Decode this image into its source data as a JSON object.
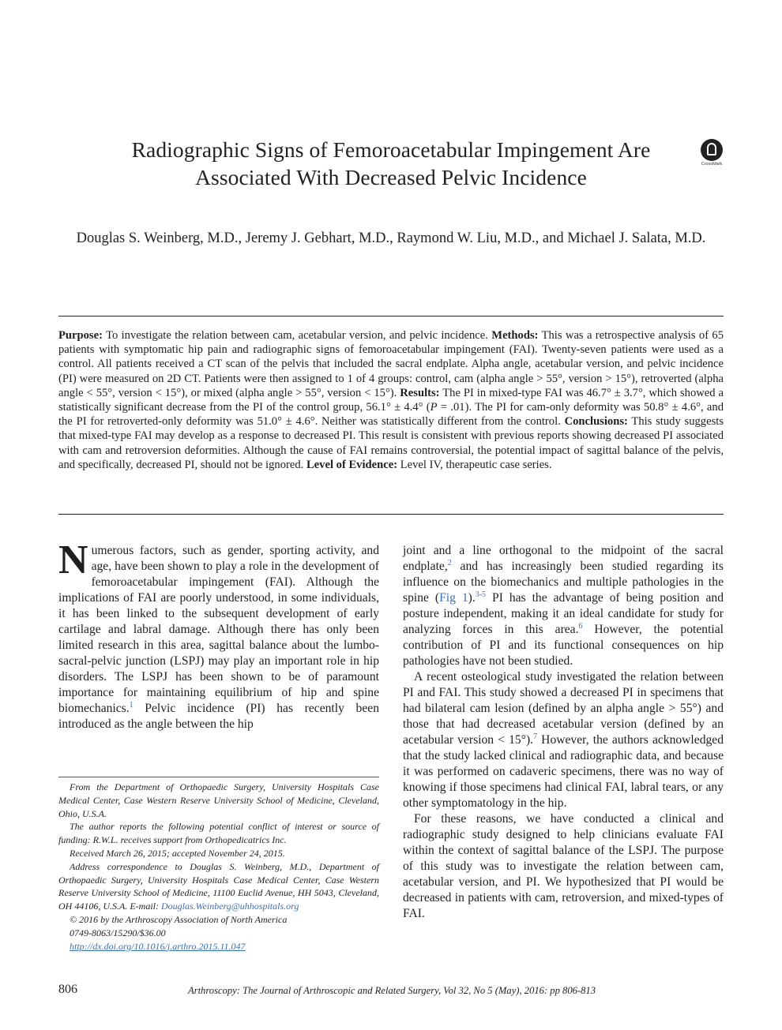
{
  "title": "Radiographic Signs of Femoroacetabular Impingement Are Associated With Decreased Pelvic Incidence",
  "authors": "Douglas S. Weinberg, M.D., Jeremy J. Gebhart, M.D., Raymond W. Liu, M.D., and Michael J. Salata, M.D.",
  "crossmark_label": "CrossMark",
  "abstract": {
    "purpose_label": "Purpose:",
    "purpose_text": "To investigate the relation between cam, acetabular version, and pelvic incidence.",
    "methods_label": "Methods:",
    "methods_text": "This was a retrospective analysis of 65 patients with symptomatic hip pain and radiographic signs of femoroacetabular impingement (FAI). Twenty-seven patients were used as a control. All patients received a CT scan of the pelvis that included the sacral endplate. Alpha angle, acetabular version, and pelvic incidence (PI) were measured on 2D CT. Patients were then assigned to 1 of 4 groups: control, cam (alpha angle > 55°, version > 15°), retroverted (alpha angle < 55°, version < 15°), or mixed (alpha angle > 55°, version < 15°).",
    "results_label": "Results:",
    "results_text_1": "The PI in mixed-type FAI was 46.7° ± 3.7°, which showed a statistically significant decrease from the PI of the control group, 56.1° ± 4.4° (",
    "results_p": "P",
    "results_text_2": " = .01). The PI for cam-only deformity was 50.8° ± 4.6°, and the PI for retroverted-only deformity was 51.0° ± 4.6°. Neither was statistically different from the control.",
    "conclusions_label": "Conclusions:",
    "conclusions_text": "This study suggests that mixed-type FAI may develop as a response to decreased PI. This result is consistent with previous reports showing decreased PI associated with cam and retroversion deformities. Although the cause of FAI remains controversial, the potential impact of sagittal balance of the pelvis, and specifically, decreased PI, should not be ignored.",
    "evidence_label": "Level of Evidence:",
    "evidence_text": "Level IV, therapeutic case series."
  },
  "body": {
    "col1_dropcap": "N",
    "col1_text_a": "umerous factors, such as gender, sporting activity, and age, have been shown to play a role in the development of femoroacetabular impingement (FAI). Although the implications of FAI are poorly understood, in some individuals, it has been linked to the subsequent development of early cartilage and labral damage. Although there has only been limited research in this area, sagittal balance about the lumbo-sacral-pelvic junction (LSPJ) may play an important role in hip disorders. The LSPJ has been shown to be of paramount importance for maintaining equilibrium of hip and spine biomechanics.",
    "col1_ref1": "1",
    "col1_text_b": " Pelvic incidence (PI) has recently been introduced as the angle between the hip",
    "col2_p1_a": "joint and a line orthogonal to the midpoint of the sacral endplate,",
    "col2_p1_ref2": "2",
    "col2_p1_b": " and has increasingly been studied regarding its influence on the biomechanics and multiple pathologies in the spine (",
    "col2_p1_fig": "Fig 1",
    "col2_p1_c": ").",
    "col2_p1_ref35": "3-5",
    "col2_p1_d": " PI has the advantage of being position and posture independent, making it an ideal candidate for study for analyzing forces in this area.",
    "col2_p1_ref6": "6",
    "col2_p1_e": " However, the potential contribution of PI and its functional consequences on hip pathologies have not been studied.",
    "col2_p2_a": "A recent osteological study investigated the relation between PI and FAI. This study showed a decreased PI in specimens that had bilateral cam lesion (defined by an alpha angle > 55°) and those that had decreased acetabular version (defined by an acetabular version < 15°).",
    "col2_p2_ref7": "7",
    "col2_p2_b": " However, the authors acknowledged that the study lacked clinical and radiographic data, and because it was performed on cadaveric specimens, there was no way of knowing if those specimens had clinical FAI, labral tears, or any other symptomatology in the hip.",
    "col2_p3": "For these reasons, we have conducted a clinical and radiographic study designed to help clinicians evaluate FAI within the context of sagittal balance of the LSPJ. The purpose of this study was to investigate the relation between cam, acetabular version, and PI. We hypothesized that PI would be decreased in patients with cam, retroversion, and mixed-types of FAI."
  },
  "footnotes": {
    "affiliation": "From the Department of Orthopaedic Surgery, University Hospitals Case Medical Center, Case Western Reserve University School of Medicine, Cleveland, Ohio, U.S.A.",
    "conflict": "The author reports the following potential conflict of interest or source of funding: R.W.L. receives support from Orthopedicatrics Inc.",
    "received": "Received March 26, 2015; accepted November 24, 2015.",
    "correspondence": "Address correspondence to Douglas S. Weinberg, M.D., Department of Orthopaedic Surgery, University Hospitals Case Medical Center, Case Western Reserve University School of Medicine, 11100 Euclid Avenue, HH 5043, Cleveland, OH 44106, U.S.A. E-mail: ",
    "email": "Douglas.Weinberg@uhhospitals.org",
    "copyright": "© 2016 by the Arthroscopy Association of North America",
    "issn": "0749-8063/15290/$36.00",
    "doi": "http://dx.doi.org/10.1016/j.arthro.2015.11.047"
  },
  "page_number": "806",
  "journal_line": "Arthroscopy: The Journal of Arthroscopic and Related Surgery, Vol 32, No 5 (May), 2016: pp 806-813"
}
